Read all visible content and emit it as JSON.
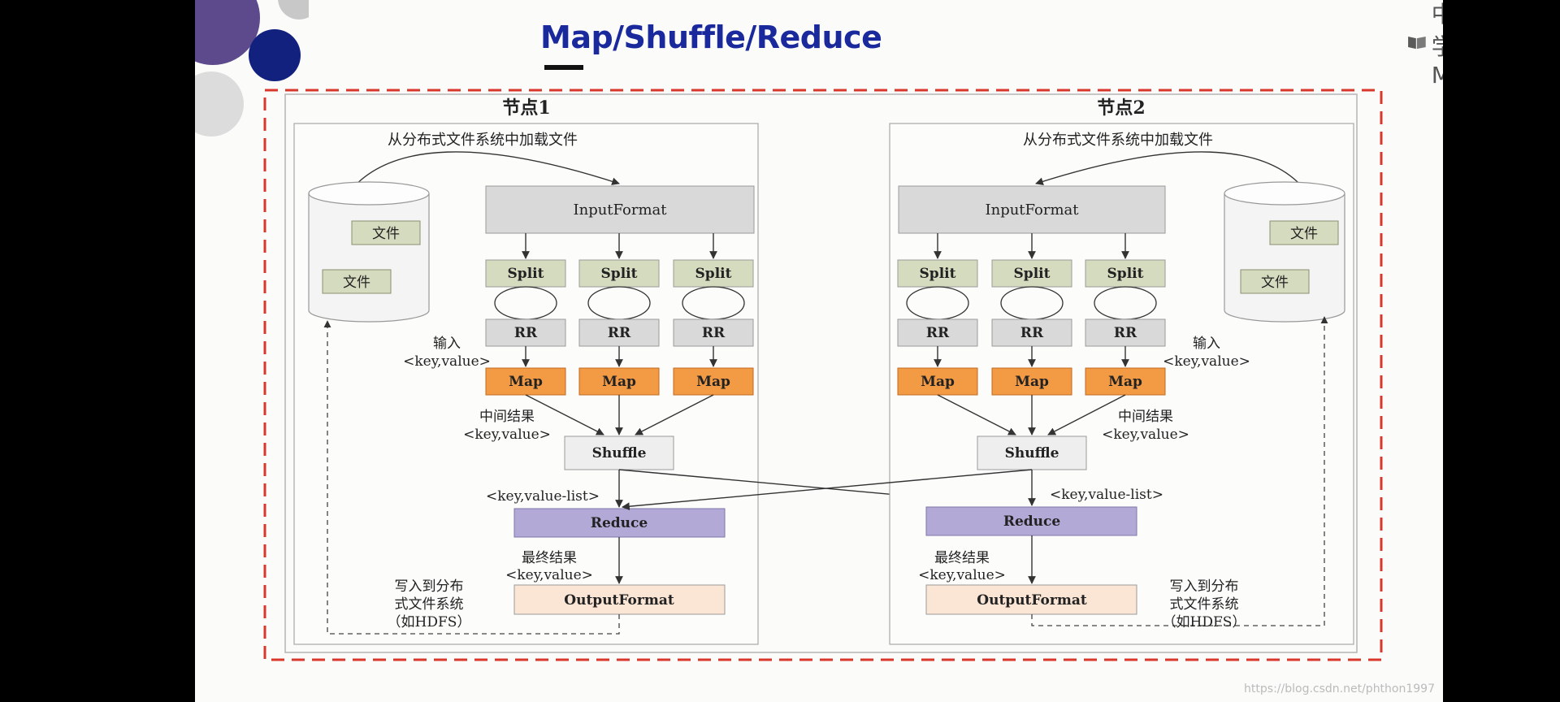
{
  "title": "Map/Shuffle/Reduce",
  "logo_text": "中国大学MOOC",
  "watermark": "https://blog.csdn.net/phthon1997",
  "colors": {
    "title": "#1a2a9c",
    "outer_dash_border": "#d9372c",
    "input_format": "#d9d9d9",
    "split": "#d5dbbf",
    "rr": "#d9d9d9",
    "map": "#f39a44",
    "shuffle": "#eeeeee",
    "reduce": "#b3a9d6",
    "output_format": "#fbe6d5",
    "file": "#d5dbbf"
  },
  "node1": {
    "title": "节点1",
    "load_label": "从分布式文件系统中加载文件",
    "file_a": "文件",
    "file_b": "文件",
    "input_format": "InputFormat",
    "split_1": "Split",
    "split_2": "Split",
    "split_3": "Split",
    "rr_1": "RR",
    "rr_2": "RR",
    "rr_3": "RR",
    "map_1": "Map",
    "map_2": "Map",
    "map_3": "Map",
    "input_label_1": "输入",
    "input_label_2": "<key,value>",
    "mid_label_1": "中间结果",
    "mid_label_2": "<key,value>",
    "shuffle": "Shuffle",
    "kvlist_label": "<key,value-list>",
    "reduce": "Reduce",
    "final_label_1": "最终结果",
    "final_label_2": "<key,value>",
    "output_format": "OutputFormat",
    "write_label_1": "写入到分布",
    "write_label_2": "式文件系统",
    "write_label_3": "（如HDFS）"
  },
  "node2": {
    "title": "节点2",
    "load_label": "从分布式文件系统中加载文件",
    "file_a": "文件",
    "file_b": "文件",
    "input_format": "InputFormat",
    "split_1": "Split",
    "split_2": "Split",
    "split_3": "Split",
    "rr_1": "RR",
    "rr_2": "RR",
    "rr_3": "RR",
    "map_1": "Map",
    "map_2": "Map",
    "map_3": "Map",
    "input_label_1": "输入",
    "input_label_2": "<key,value>",
    "mid_label_1": "中间结果",
    "mid_label_2": "<key,value>",
    "shuffle": "Shuffle",
    "kvlist_label": "<key,value-list>",
    "reduce": "Reduce",
    "final_label_1": "最终结果",
    "final_label_2": "<key,value>",
    "output_format": "OutputFormat",
    "write_label_1": "写入到分布",
    "write_label_2": "式文件系统",
    "write_label_3": "（如HDFS）"
  }
}
